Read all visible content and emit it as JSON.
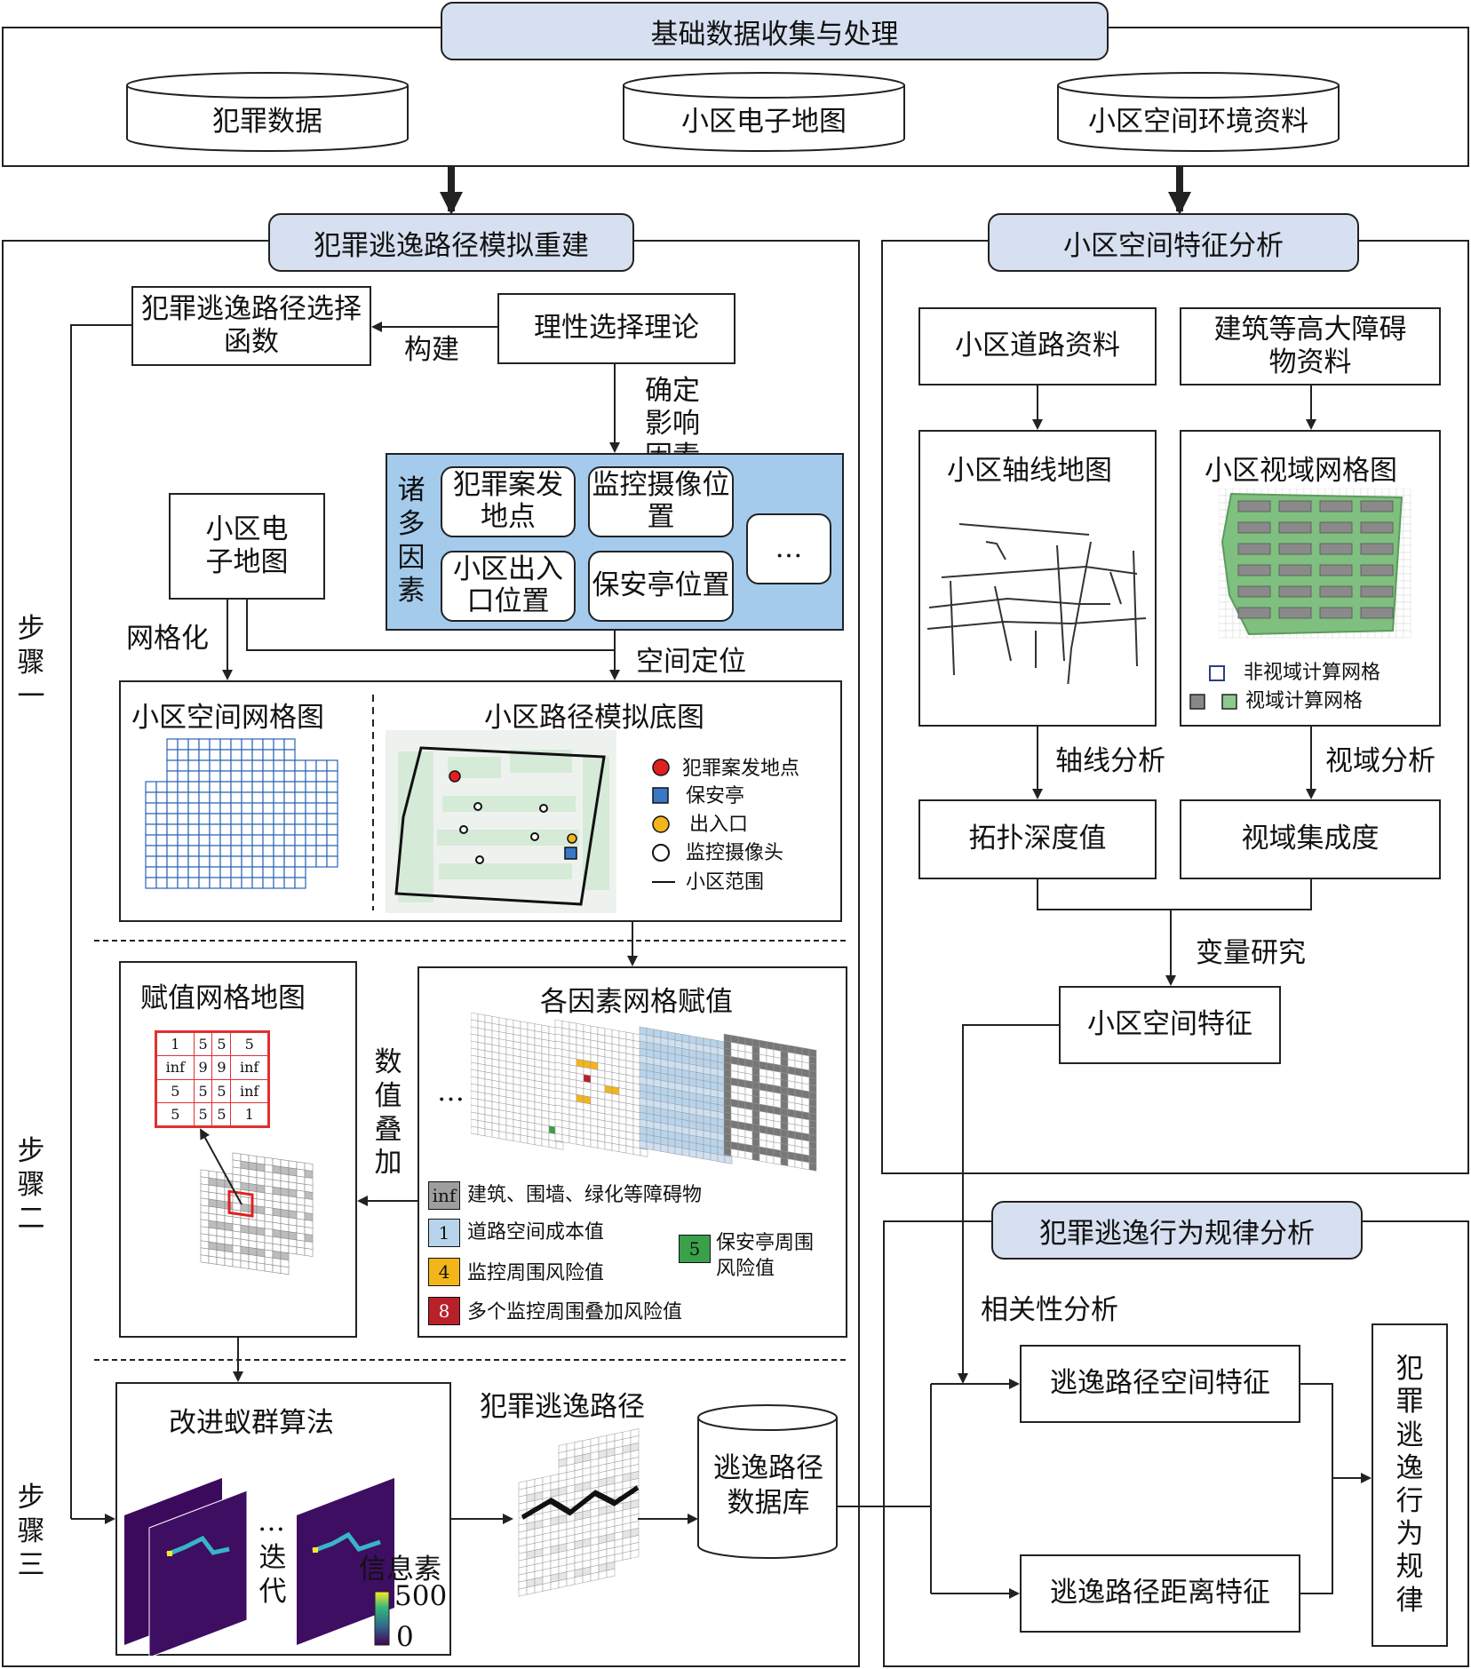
{
  "top": {
    "header": "基础数据收集与处理",
    "cylinders": [
      "犯罪数据",
      "小区电子地图",
      "小区空间环境资料"
    ]
  },
  "left": {
    "header": "犯罪逃逸路径模拟重建",
    "choice_func": "犯罪逃逸路径选择函数",
    "rational": "理性选择理论",
    "build": "构建",
    "determine": "确定影响因素",
    "factors_title": "诸多因素",
    "factors": [
      "犯罪案发地点",
      "监控摄像位置",
      "小区出入口位置",
      "保安亭位置",
      "…"
    ],
    "community_map": "小区电子地图",
    "gridify": "网格化",
    "locate": "空间定位",
    "grid_title": "小区空间网格图",
    "sim_title": "小区路径模拟底图",
    "sim_legend": [
      "犯罪案发地点",
      "保安亭",
      "出入口",
      "监控摄像头",
      "小区范围"
    ],
    "steps": [
      "步骤一",
      "步骤二",
      "步骤三"
    ],
    "assigned_title": "赋值网格地图",
    "value_table": [
      [
        "1",
        "5",
        "5",
        "5"
      ],
      [
        "inf",
        "9",
        "9",
        "inf"
      ],
      [
        "5",
        "5",
        "5",
        "inf"
      ],
      [
        "5",
        "5",
        "5",
        "1"
      ]
    ],
    "overlay_label": "数值叠加",
    "factor_grid_title": "各因素网格赋值",
    "ellipsis": "…",
    "factor_legend": [
      {
        "code": "inf",
        "text": "建筑、围墙、绿化等障碍物",
        "color": "#9e9e9e"
      },
      {
        "code": "1",
        "text": "道路空间成本值",
        "color": "#b8d4ec"
      },
      {
        "code": "4",
        "text": "监控周围风险值",
        "color": "#f3b51a"
      },
      {
        "code": "8",
        "text": "多个监控周围叠加风险值",
        "color": "#b8202a"
      },
      {
        "code": "5",
        "text": "保安亭周围风险值",
        "color": "#3aa04a"
      }
    ],
    "aco_title": "改进蚁群算法",
    "iterate": "迭代",
    "pheromone": "信息素",
    "scale_max": "500",
    "scale_min": "0",
    "path_title": "犯罪逃逸路径",
    "db": "逃逸路径数据库"
  },
  "right": {
    "header": "小区空间特征分析",
    "road": "小区道路资料",
    "building": "建筑等高大障碍物资料",
    "axis_map": "小区轴线地图",
    "vis_map": "小区视域网格图",
    "vis_legend": [
      "非视域计算网格",
      "视域计算网格"
    ],
    "axis_analysis": "轴线分析",
    "vis_analysis": "视域分析",
    "depth": "拓扑深度值",
    "integration": "视域集成度",
    "variable": "变量研究",
    "spatial_feature": "小区空间特征"
  },
  "bottom_right": {
    "header": "犯罪逃逸行为规律分析",
    "correlation": "相关性分析",
    "spatial": "逃逸路径空间特征",
    "distance": "逃逸路径距离特征",
    "law": "犯罪逃逸行为规律"
  }
}
